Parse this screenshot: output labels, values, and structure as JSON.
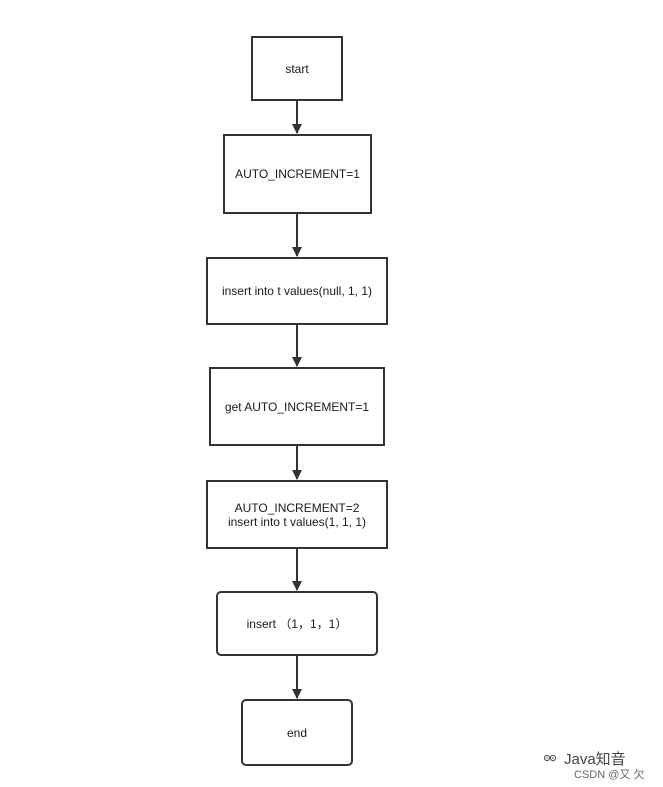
{
  "flowchart": {
    "nodes": [
      {
        "id": "start",
        "label": "start"
      },
      {
        "id": "auto_inc_1",
        "label": "AUTO_INCREMENT=1"
      },
      {
        "id": "insert_null",
        "label": "insert into t values(null, 1, 1)"
      },
      {
        "id": "get_auto_inc",
        "label": "get AUTO_INCREMENT=1"
      },
      {
        "id": "auto_inc_2",
        "label": "AUTO_INCREMENT=2\ninsert into t values(1, 1, 1)"
      },
      {
        "id": "insert_result",
        "label": "insert （1，1，1）"
      },
      {
        "id": "end",
        "label": "end"
      }
    ]
  },
  "watermark": {
    "brand": "Java知音",
    "credit": "CSDN @又 欠"
  }
}
